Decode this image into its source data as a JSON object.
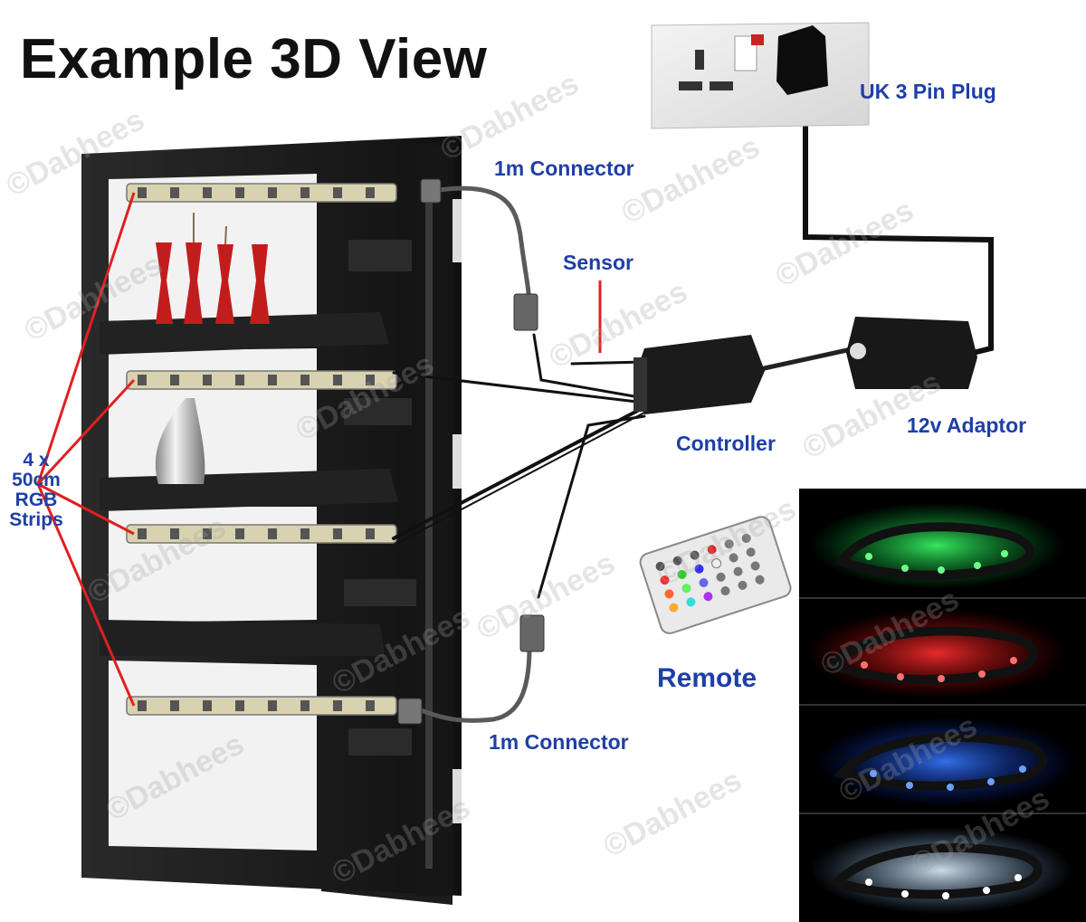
{
  "title": "Example 3D View",
  "labels": {
    "plug": "UK 3 Pin Plug",
    "connector_top": "1m Connector",
    "sensor": "Sensor",
    "controller": "Controller",
    "adaptor": "12v Adaptor",
    "remote": "Remote",
    "connector_bottom": "1m Connector",
    "strips_line1": "4 x",
    "strips_line2": "50cm",
    "strips_line3": "RGB",
    "strips_line4": "Strips"
  },
  "watermark": "©Dabhees",
  "colors": {
    "label_blue": "#1f3fa6",
    "pointer_red": "#e02020",
    "shelf_black": "#1a1a1a",
    "strip_green": "#22dd55",
    "strip_red": "#ff2222",
    "strip_blue": "#2266ff",
    "strip_white": "#cfe6ff"
  },
  "icons": [
    "wall-socket-icon",
    "plug-icon",
    "controller-box-icon",
    "adaptor-icon",
    "remote-icon",
    "connector-icon",
    "led-strip-icon"
  ]
}
